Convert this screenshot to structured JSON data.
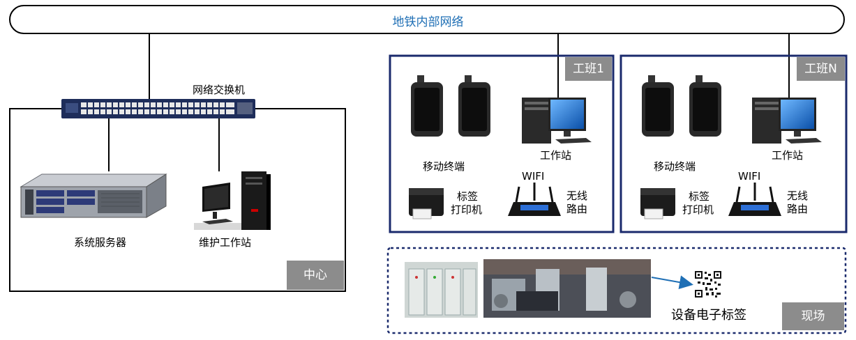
{
  "network_bar": {
    "label": "地铁内部网络",
    "color": "#1f6fb5"
  },
  "center": {
    "tag": "中心",
    "switch_label": "网络交换机",
    "server_label": "系统服务器",
    "maintenance_label": "维护工作站"
  },
  "team1": {
    "tag": "工班1",
    "mobile_label": "移动终端",
    "workstation_label": "工作站",
    "printer_label_line1": "标签",
    "printer_label_line2": "打印机",
    "wifi_label": "WIFI",
    "router_label_line1": "无线",
    "router_label_line2": "路由"
  },
  "teamN": {
    "tag": "工班N",
    "mobile_label": "移动终端",
    "workstation_label": "工作站",
    "printer_label_line1": "标签",
    "printer_label_line2": "打印机",
    "wifi_label": "WIFI",
    "router_label_line1": "无线",
    "router_label_line2": "路由"
  },
  "site": {
    "tag": "现场",
    "device_tag_label": "设备电子标签"
  },
  "colors": {
    "frame_blue": "#1a2a6c",
    "tag_gray": "#8c8c8c",
    "arrow_blue": "#1f6fb5"
  }
}
